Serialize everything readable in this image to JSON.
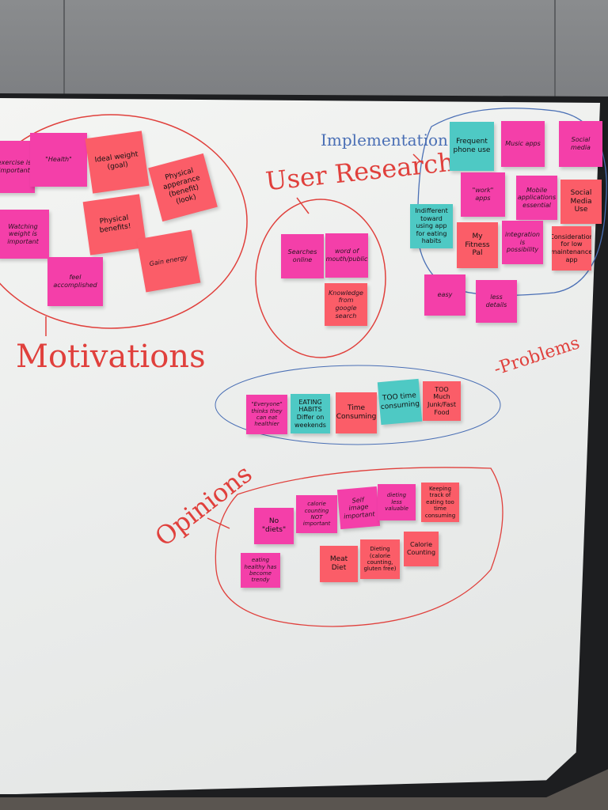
{
  "colors": {
    "pink": "#f43fa9",
    "salmon": "#fb5d68",
    "teal": "#4ec9c4",
    "marker_red": "#e0403c",
    "marker_blue": "#4a6fb5"
  },
  "labels": {
    "motivations": "Motivations",
    "user_research": "User Research",
    "implementation": "Implementation",
    "problems": "-Problems",
    "opinions": "Opinions"
  },
  "motivations": [
    "exercise is important",
    "\"Health\"",
    "Ideal weight (goal)",
    "Physical apperance (benefit) (look)",
    "Watching weight is important",
    "Physical benefits!",
    "feel accomplished",
    "Gain energy"
  ],
  "user_research": [
    "Searches online",
    "word of mouth/public",
    "Knowledge from google search"
  ],
  "implementation": [
    "Frequent phone use",
    "Music apps",
    "Social media",
    "\"work\" apps",
    "Mobile applications essential",
    "Social Media Use",
    "Indifferent toward using app for eating habits",
    "My Fitness Pal",
    "integration is possibility",
    "Consideration for low maintenance app",
    "easy",
    "less details"
  ],
  "problems": [
    "\"Everyone\" thinks they can eat healthier",
    "EATING HABITS Differ on weekends",
    "Time Consuming",
    "TOO time consuming",
    "TOO Much Junk/Fast Food"
  ],
  "opinions": [
    "No \"diets\"",
    "calorie counting NOT important",
    "Self image important",
    "dieting less valuable",
    "Keeping track of eating too time consuming",
    "eating healthy has become trendy",
    "Meat Diet",
    "Dieting (calorie counting, gluten free)",
    "Calorie Counting"
  ]
}
